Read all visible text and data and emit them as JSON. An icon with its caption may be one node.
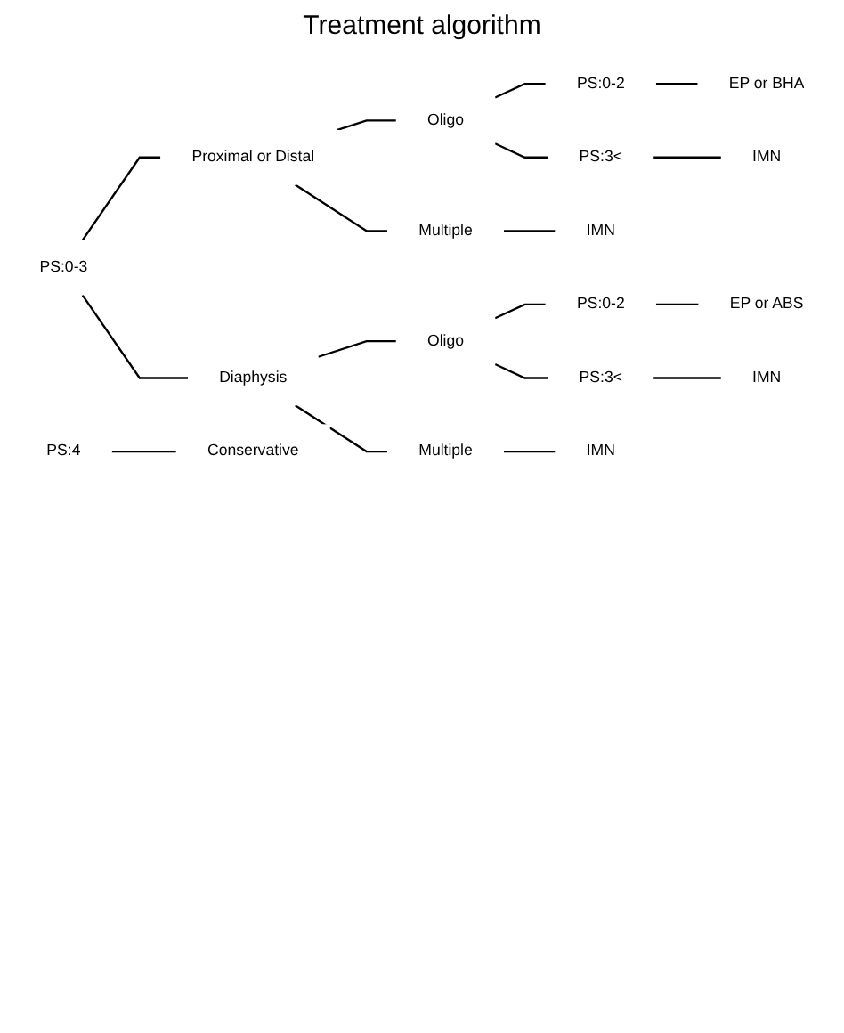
{
  "diagram": {
    "title": "Treatment algorithm",
    "nodes": [
      {
        "text": [
          "PS:0-3"
        ]
      },
      {
        "text": [
          "Proximal or Distal"
        ]
      },
      {
        "text": [
          "Oligo"
        ]
      },
      {
        "text": [
          "PS:0-2"
        ]
      },
      {
        "text": [
          "EP or BHA"
        ]
      },
      {
        "text": [
          "PS:3<"
        ]
      },
      {
        "text": [
          "IMN"
        ]
      },
      {
        "text": [
          "Multiple"
        ]
      },
      {
        "text": [
          "IMN"
        ]
      },
      {
        "text": [
          "Diaphysis"
        ]
      },
      {
        "text": [
          "Oligo"
        ]
      },
      {
        "text": [
          "PS:0-2"
        ]
      },
      {
        "text": [
          "EP or ABS"
        ]
      },
      {
        "text": [
          "PS:3<"
        ]
      },
      {
        "text": [
          "IMN"
        ]
      },
      {
        "text": [
          "Multiple"
        ]
      },
      {
        "text": [
          "IMN"
        ]
      },
      {
        "text": [
          "PS:4"
        ]
      },
      {
        "text": [
          "Conservative"
        ]
      }
    ],
    "edges": [
      {
        "from": 0,
        "to": 1,
        "arrow": "none"
      },
      {
        "from": 0,
        "to": 9,
        "arrow": "none"
      },
      {
        "from": 1,
        "to": 2,
        "arrow": "none"
      },
      {
        "from": 1,
        "to": 7,
        "arrow": "none"
      },
      {
        "from": 2,
        "to": 3,
        "arrow": "none"
      },
      {
        "from": 2,
        "to": 5,
        "arrow": "none"
      },
      {
        "from": 3,
        "to": 4,
        "arrow": "none"
      },
      {
        "from": 5,
        "to": 6,
        "arrow": "none"
      },
      {
        "from": 7,
        "to": 8,
        "arrow": "none"
      },
      {
        "from": 9,
        "to": 10,
        "arrow": "none"
      },
      {
        "from": 9,
        "to": 15,
        "arrow": "none"
      },
      {
        "from": 10,
        "to": 11,
        "arrow": "none"
      },
      {
        "from": 10,
        "to": 13,
        "arrow": "none"
      },
      {
        "from": 11,
        "to": 12,
        "arrow": "none"
      },
      {
        "from": 13,
        "to": 14,
        "arrow": "none"
      },
      {
        "from": 15,
        "to": 16,
        "arrow": "none"
      },
      {
        "from": 17,
        "to": 18,
        "arrow": "none"
      }
    ]
  }
}
